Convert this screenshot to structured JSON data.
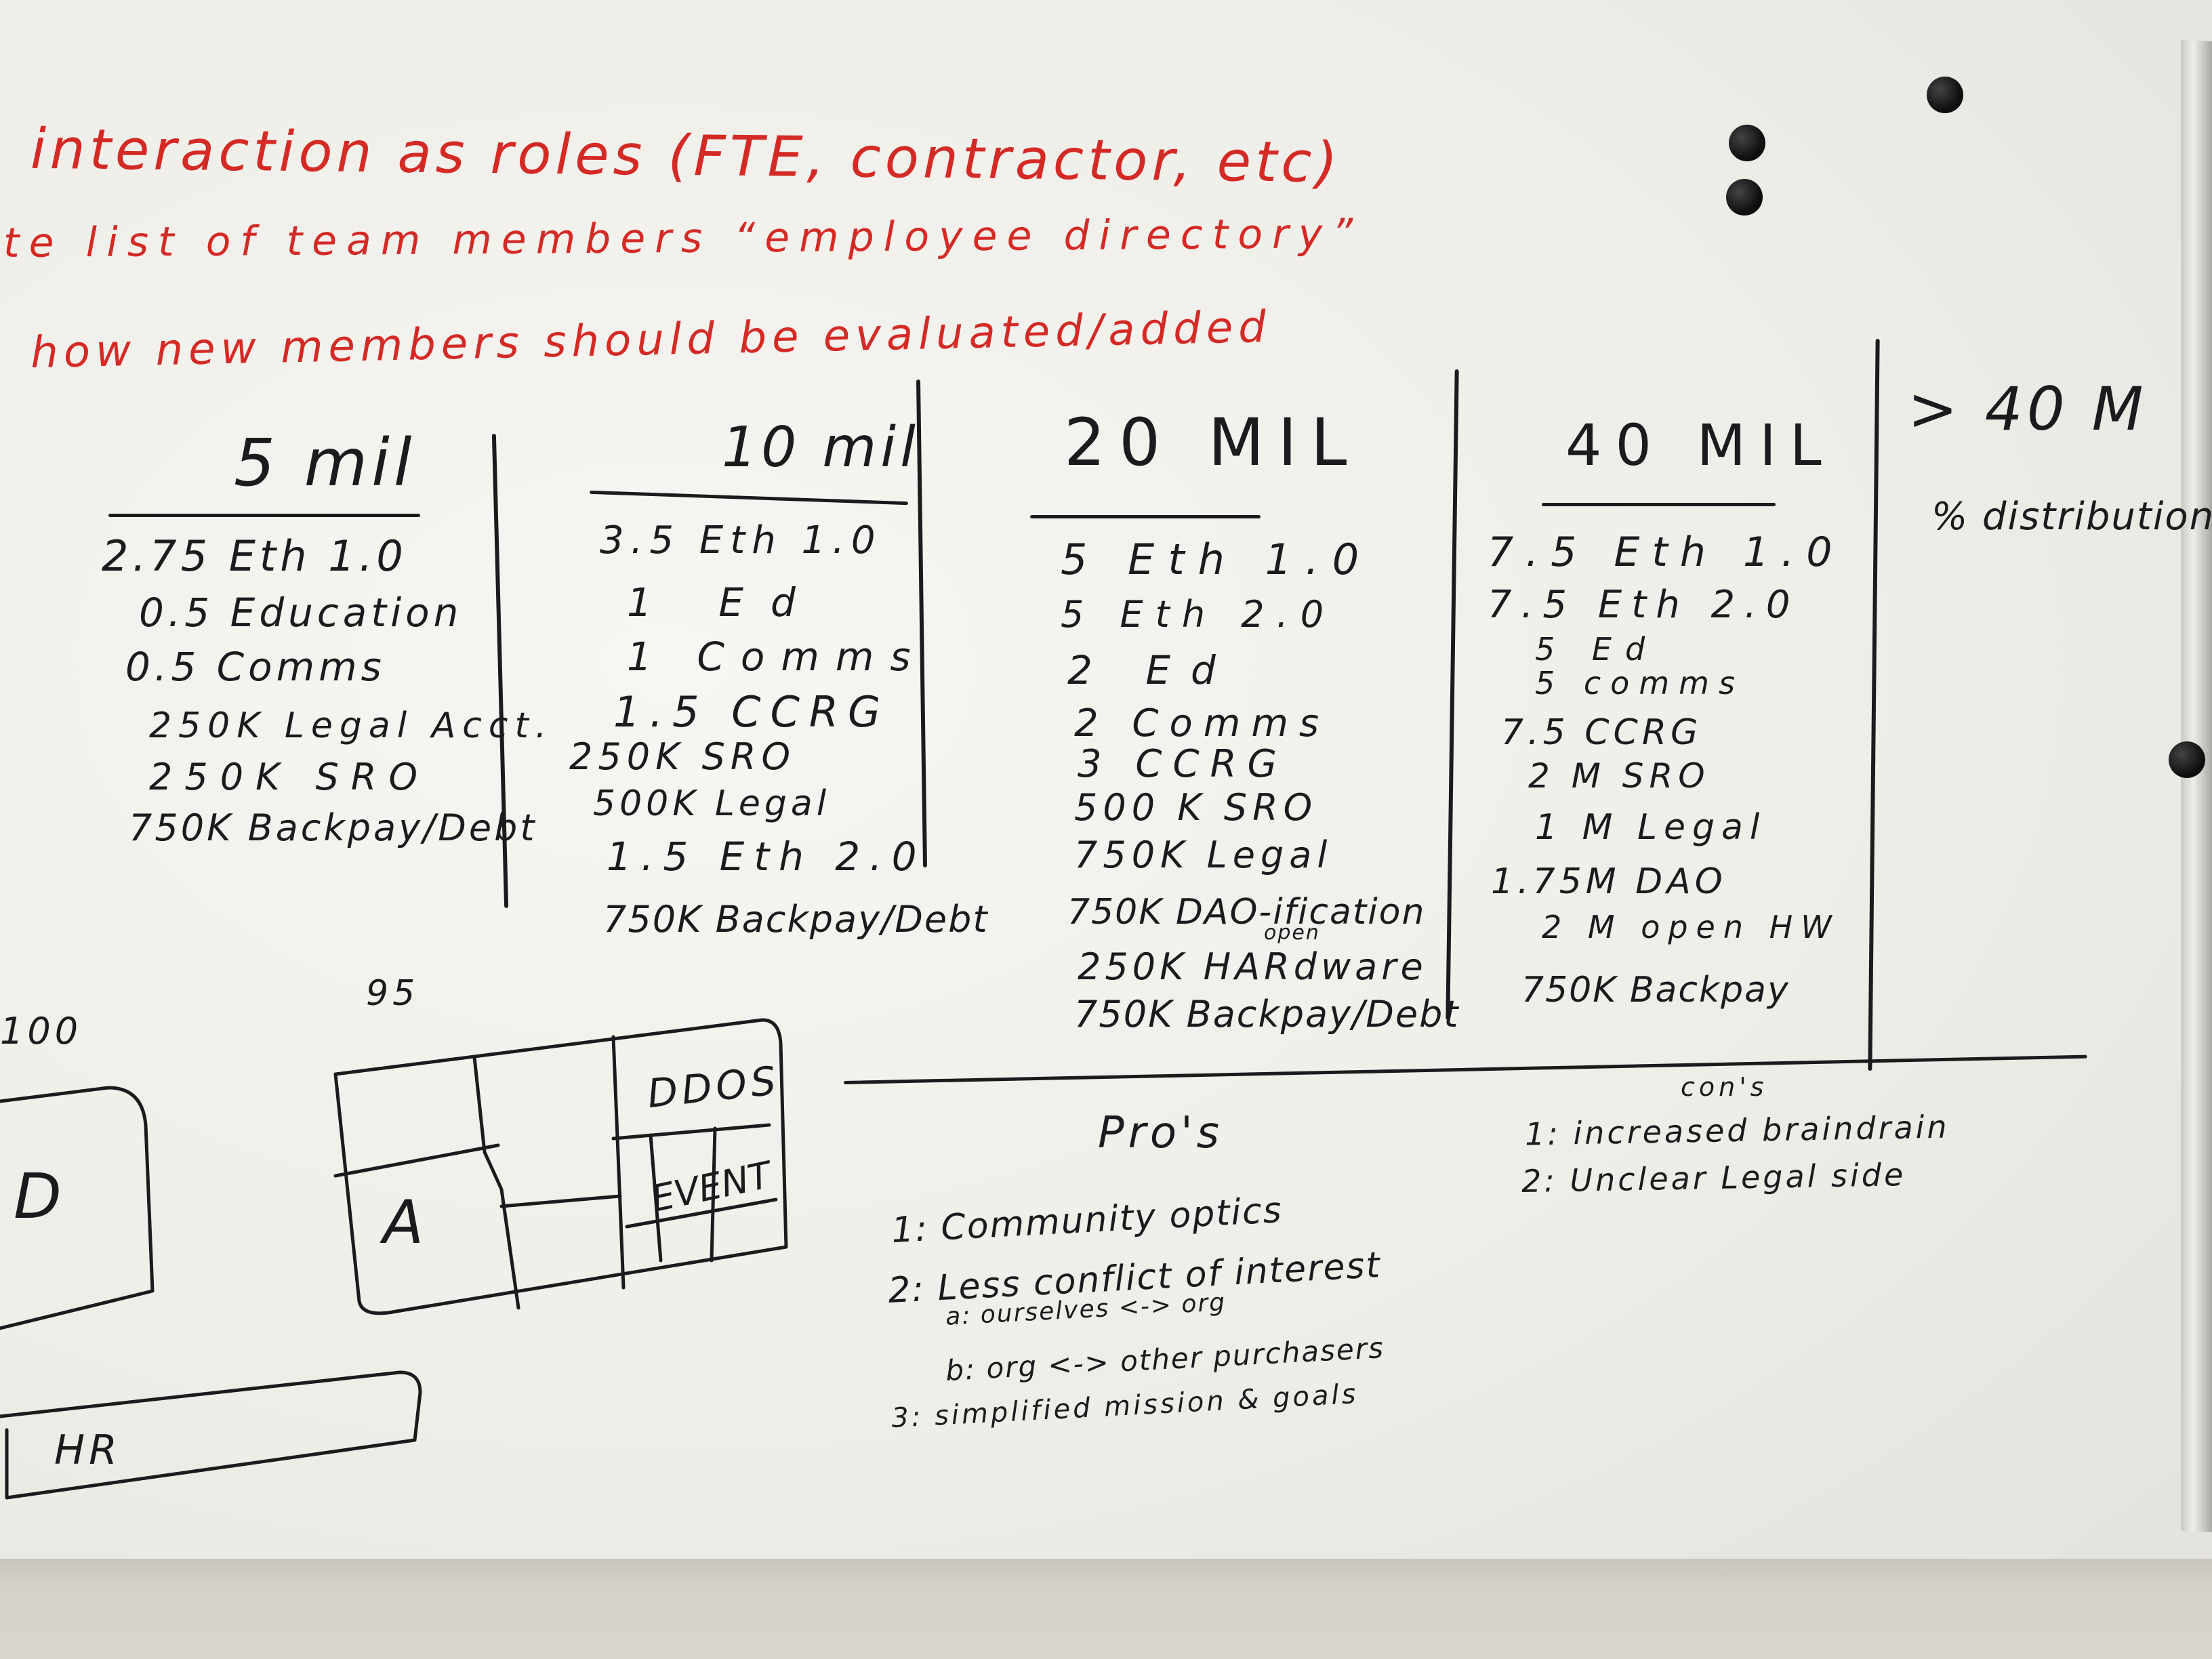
{
  "notes": {
    "line1": "interaction as roles (FTE, contractor, etc)",
    "line2": "te list of team members “employee directory”",
    "line3": "how new members should be evaluated/added"
  },
  "columns": [
    {
      "header": "5 mil",
      "items": [
        "2.75 Eth 1.0",
        "0.5 Education",
        "0.5 Comms",
        "250K Legal Acct.",
        "250K SRO",
        "750K Backpay/Debt"
      ]
    },
    {
      "header": "10 mil",
      "items": [
        "3.5 Eth 1.0",
        "1 Ed",
        "1 Comms",
        "1.5 CCRG",
        "250K SRO",
        "500K Legal",
        "1.5 Eth 2.0",
        "750K Backpay/Debt"
      ]
    },
    {
      "header": "20 MIL",
      "items": [
        "5 Eth 1.0",
        "5 Eth 2.0",
        "2 Ed",
        "2 Comms",
        "3 CCRG",
        "500 K SRO",
        "750K Legal",
        "750K DAO-ification",
        "open",
        "250K HARdware",
        "750K Backpay/Debt"
      ]
    },
    {
      "header": "40 MIL",
      "items": [
        "7.5 Eth 1.0",
        "7.5 Eth 2.0",
        "5 Ed",
        "5 comms",
        "7.5 CCRG",
        "2 M SRO",
        "1 M Legal",
        "1.75M DAO",
        "2 M open HW",
        "750K Backpay"
      ]
    },
    {
      "header": "> 40 M",
      "items": [
        "% distribution"
      ]
    }
  ],
  "pros": {
    "title": "Pro's",
    "items": [
      "1: Community optics",
      "2: Less conflict of interest",
      "a: ourselves <-> org",
      "b: org <-> other purchasers",
      "3: simplified mission & goals"
    ]
  },
  "cons": {
    "title": "con's",
    "items": [
      "1: increased braindrain",
      "2: Unclear Legal side"
    ]
  },
  "sketch": {
    "label_100": "100",
    "label_95": "95",
    "cell_d": "D",
    "cell_a": "A",
    "cell_ddos": "DDOS",
    "cell_event": "EVENT",
    "box_hr": "HR"
  }
}
